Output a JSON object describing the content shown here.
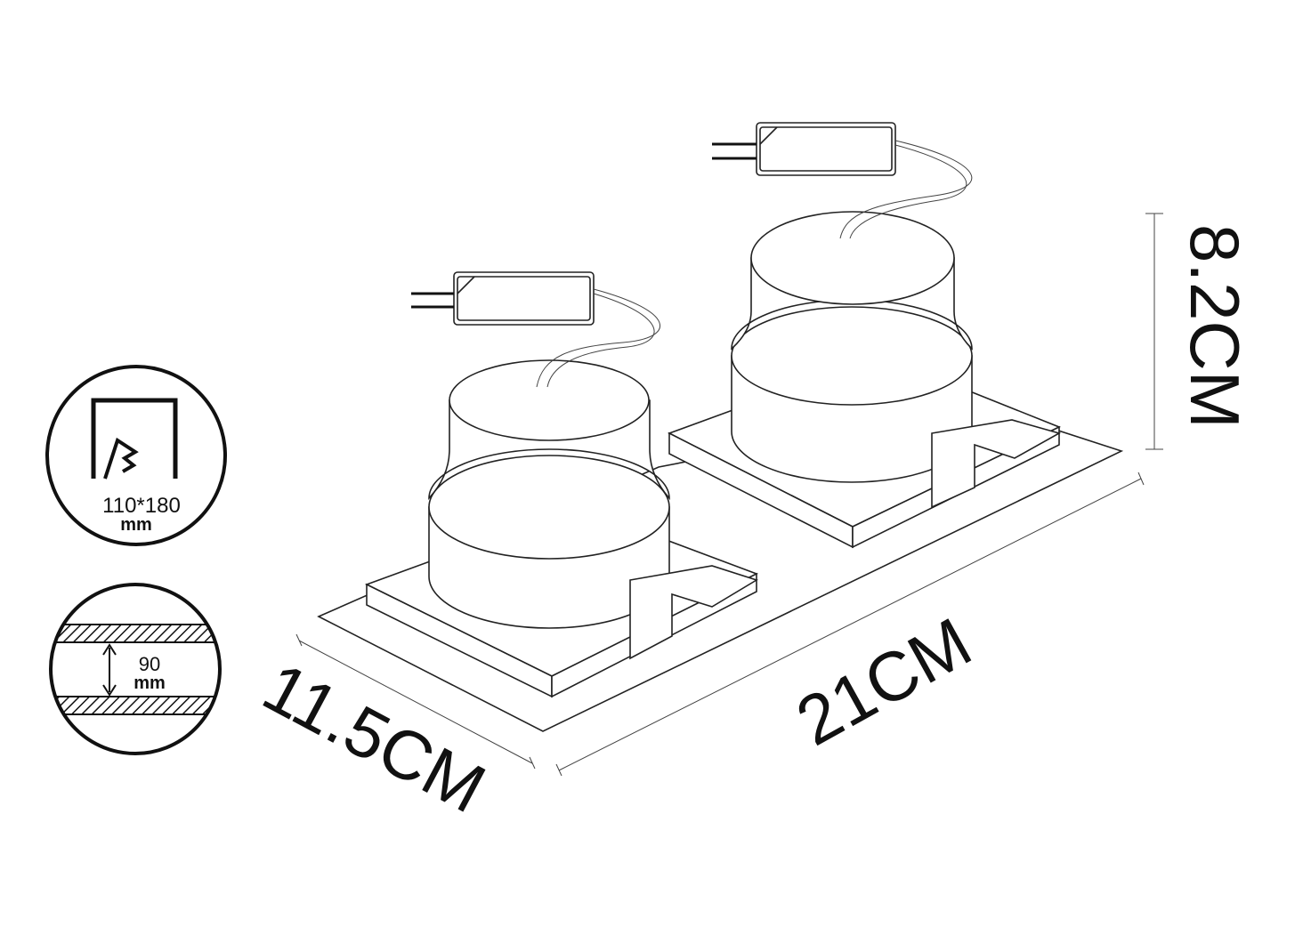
{
  "icons": {
    "cutout": {
      "size": "110*180",
      "unit": "mm"
    },
    "ceiling_depth": {
      "value": "90",
      "unit": "mm"
    }
  },
  "dimensions": {
    "width": "11.5CM",
    "length": "21CM",
    "height": "8.2CM"
  }
}
